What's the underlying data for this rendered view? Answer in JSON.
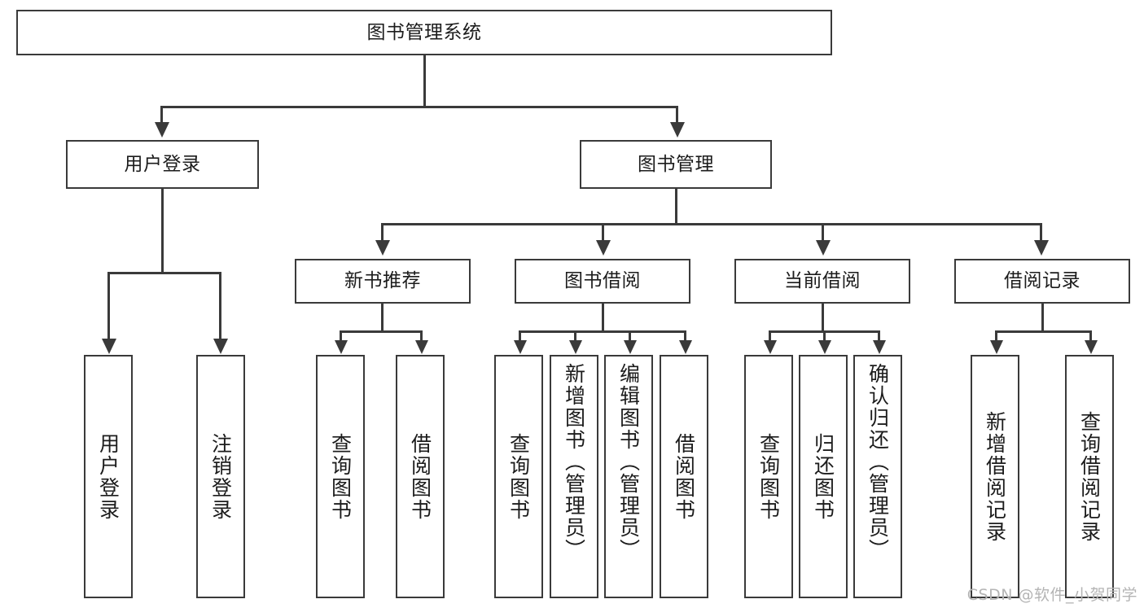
{
  "diagram": {
    "type": "tree-hierarchy-flowchart",
    "root": {
      "label": "图书管理系统"
    },
    "level2": [
      {
        "label": "用户登录"
      },
      {
        "label": "图书管理"
      }
    ],
    "level3": [
      {
        "label": "新书推荐"
      },
      {
        "label": "图书借阅"
      },
      {
        "label": "当前借阅"
      },
      {
        "label": "借阅记录"
      }
    ],
    "leaves": {
      "user_login": [
        {
          "label": "用户登录"
        },
        {
          "label": "注销登录"
        }
      ],
      "new_book_recommend": [
        {
          "label": "查询图书"
        },
        {
          "label": "借阅图书"
        }
      ],
      "book_borrow": [
        {
          "label": "查询图书"
        },
        {
          "label": "新增图书（管理员）"
        },
        {
          "label": "编辑图书（管理员）"
        },
        {
          "label": "借阅图书"
        }
      ],
      "current_borrow": [
        {
          "label": "查询图书"
        },
        {
          "label": "归还图书"
        },
        {
          "label": "确认归还（管理员）"
        }
      ],
      "borrow_records": [
        {
          "label": "新增借阅记录"
        },
        {
          "label": "查询借阅记录"
        }
      ]
    }
  },
  "watermark": {
    "text": "CSDN @软件_小贺同学"
  },
  "colors": {
    "stroke": "#3a3a3a",
    "background": "#ffffff",
    "text": "#1c1c1c",
    "watermark": "#b4b4b4"
  }
}
